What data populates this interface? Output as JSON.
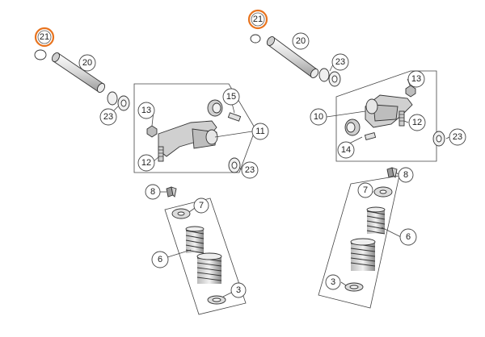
{
  "callouts": {
    "left": {
      "n21": "21",
      "n20": "20",
      "n23a": "23",
      "n13": "13",
      "n15": "15",
      "n11": "11",
      "n12": "12",
      "n23b": "23",
      "n8": "8",
      "n7": "7",
      "n6": "6",
      "n3": "3"
    },
    "right": {
      "n21": "21",
      "n20": "20",
      "n23a": "23",
      "n13": "13",
      "n10": "10",
      "n12": "12",
      "n14": "14",
      "n23b": "23",
      "n8": "8",
      "n7": "7",
      "n6": "6",
      "n3": "3"
    }
  },
  "colors": {
    "highlight_ring": "#e8731e",
    "outline": "#333333",
    "part_fill": "#dcdcdc",
    "part_dark": "#7a7a7a"
  }
}
